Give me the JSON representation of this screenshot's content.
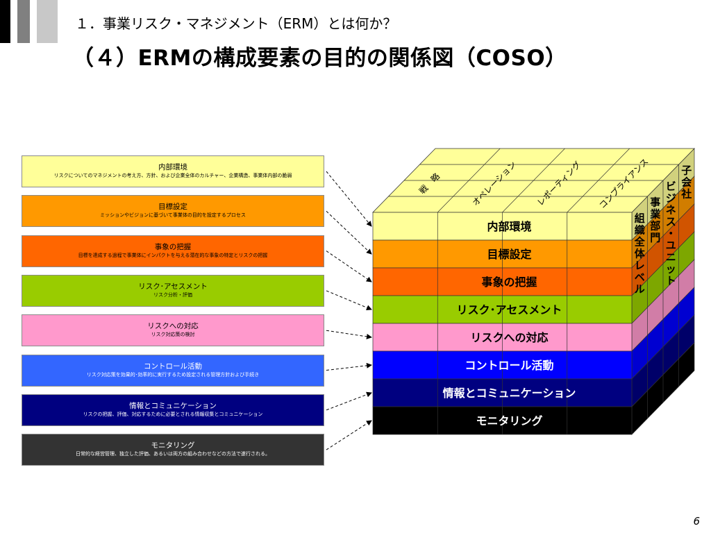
{
  "header": {
    "subtitle": "１．事業リスク・マネジメント（ERM）とは何か？",
    "title": "（４）ERMの構成要素の目的の関係図（COSO）"
  },
  "components": [
    {
      "title": "内部環境",
      "desc": "リスクについてのマネジメントの考え方、方針、および企業全体のカルチャー、企業構造、事業体内部の脆弱",
      "color": "#ffff99",
      "text_color": "#000000"
    },
    {
      "title": "目標設定",
      "desc": "ミッションやビジョンに基づいて事業体の目的を設定するプロセス",
      "color": "#ff9900",
      "text_color": "#000000"
    },
    {
      "title": "事象の把握",
      "desc": "目標を達成する過程で事業体にインパクトを与える潜在的な事象の特定とリスクの把握",
      "color": "#ff6600",
      "text_color": "#000000"
    },
    {
      "title": "リスク･アセスメント",
      "desc": "リスク分析・評価",
      "color": "#99cc00",
      "text_color": "#000000"
    },
    {
      "title": "リスクへの対応",
      "desc": "リスク対応策の検討",
      "color": "#ff99cc",
      "text_color": "#000000"
    },
    {
      "title": "コントロール活動",
      "desc": "リスク対応策を効果的･効率的に実行するため設定される管理方針および手続き",
      "color": "#3366ff",
      "text_color": "#ffffff"
    },
    {
      "title": "情報とコミュニケーション",
      "desc": "リスクの把握、評価、対応するために必要とされる情報収集とコミュニケーション",
      "color": "#000080",
      "text_color": "#ffffff"
    },
    {
      "title": "モニタリング",
      "desc": "日常的な経営管理、独立した評価、あるいは両方の組み合わせなどの方法で遂行される。",
      "color": "#333333",
      "text_color": "#ffffff"
    }
  ],
  "cube": {
    "layers": [
      {
        "label": "内部環境",
        "color": "#ffff99",
        "text_color": "#000000"
      },
      {
        "label": "目標設定",
        "color": "#ff9900",
        "text_color": "#000000"
      },
      {
        "label": "事象の把握",
        "color": "#ff6600",
        "text_color": "#000000"
      },
      {
        "label": "リスク･アセスメント",
        "color": "#99cc00",
        "text_color": "#000000"
      },
      {
        "label": "リスクへの対応",
        "color": "#ff99cc",
        "text_color": "#000000"
      },
      {
        "label": "コントロール活動",
        "color": "#0000ff",
        "text_color": "#ffffff"
      },
      {
        "label": "情報とコミュニケーション",
        "color": "#000080",
        "text_color": "#ffffff"
      },
      {
        "label": "モニタリング",
        "color": "#000000",
        "text_color": "#ffffff"
      }
    ],
    "objectives": [
      "戦　略",
      "オペレーション",
      "レポーティング",
      "コンプライアンス"
    ],
    "entity_levels": [
      "子会社",
      "ビジネス・ユニット",
      "事業部門",
      "組織全体レベル"
    ],
    "top_color": "#ffff99"
  },
  "page_number": "6"
}
